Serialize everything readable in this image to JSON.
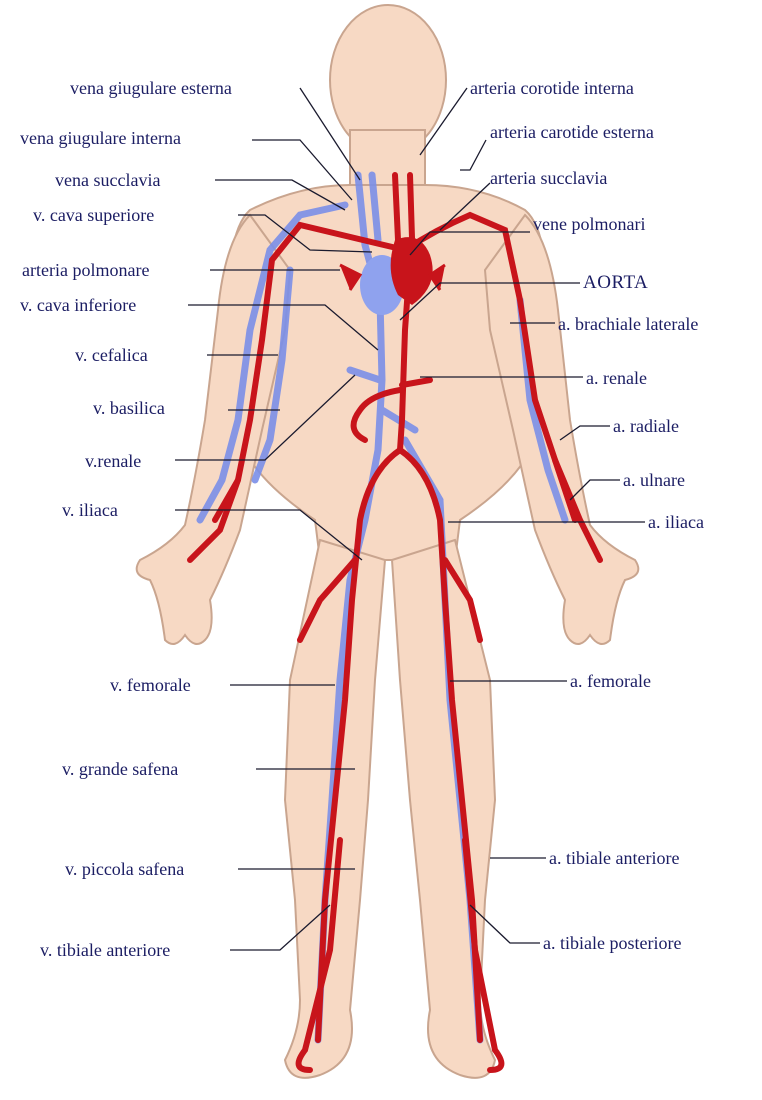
{
  "labels_left": {
    "vena_giugulare_esterna": "vena giugulare esterna",
    "vena_giugulare_interna": "vena giugulare interna",
    "vena_succlavia": "vena succlavia",
    "v_cava_superiore": "v. cava superiore",
    "arteria_polmonare": "arteria polmonare",
    "v_cava_inferiore": "v. cava inferiore",
    "v_cefalica": "v. cefalica",
    "v_basilica": "v. basilica",
    "v_renale": "v.renale",
    "v_iliaca": "v. iliaca",
    "v_femorale": "v. femorale",
    "v_grande_safena": "v. grande safena",
    "v_piccola_safena": "v. piccola safena",
    "v_tibiale_anteriore": "v. tibiale anteriore"
  },
  "labels_right": {
    "arteria_corotide_interna": "arteria corotide interna",
    "arteria_carotide_esterna": "arteria carotide esterna",
    "arteria_succlavia": "arteria succlavia",
    "vene_polmonari": "vene polmonari",
    "aorta": "AORTA",
    "a_brachiale_laterale": "a. brachiale laterale",
    "a_renale": "a. renale",
    "a_radiale": "a. radiale",
    "a_ulnare": "a. ulnare",
    "a_iliaca": "a. iliaca",
    "a_femorale": "a. femorale",
    "a_tibiale_anteriore": "a. tibiale anteriore",
    "a_tibiale_posteriore": "a. tibiale posteriore"
  },
  "colors": {
    "skin": "#f7d9c4",
    "skin_outline": "#c9a58f",
    "artery": "#c8141b",
    "vein": "#7b8fe8",
    "vein_light": "#aebcf4",
    "label_text": "#1b1d63",
    "leader_line": "#1a1a2e"
  }
}
